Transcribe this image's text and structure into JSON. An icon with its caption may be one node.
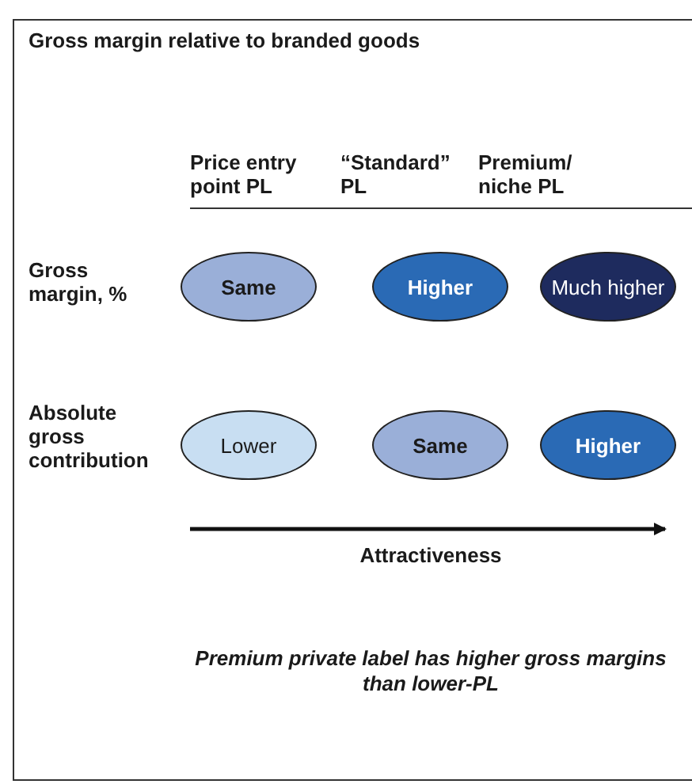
{
  "diagram": {
    "title": "Gross margin relative to branded goods",
    "caption": "Premium private label has higher gross margins than lower-PL",
    "nodes": [
      {
        "text": [
          "Same"
        ]
      },
      {
        "text": [
          "Higher"
        ]
      },
      {
        "text": [
          "Much higher"
        ]
      },
      {
        "text": [
          "Lower"
        ]
      },
      {
        "text": [
          "Same"
        ]
      },
      {
        "text": [
          "Higher"
        ]
      }
    ],
    "labels": [
      "Price entry point PL",
      "“Standard” PL",
      "Premium/ niche PL",
      "Gross margin, %",
      "Absolute gross contribution",
      "Attractiveness"
    ]
  }
}
